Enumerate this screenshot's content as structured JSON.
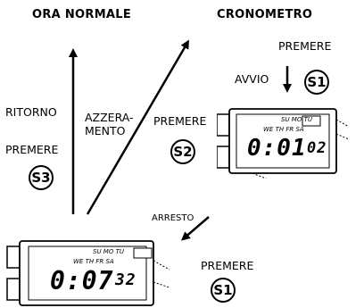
{
  "headers": {
    "left": "ORA NORMALE",
    "right": "CRONOMETRO"
  },
  "labels": {
    "ritorno": "RITORNO",
    "premere_s3": "PREMERE",
    "azzeramento_1": "AZZERA-",
    "azzeramento_2": "MENTO",
    "premere_s2": "PREMERE",
    "premere_s1_top": "PREMERE",
    "avvio": "AVVIO",
    "arresto": "ARRESTO",
    "premere_s1_bottom": "PREMERE"
  },
  "buttons": {
    "s1": "S1",
    "s2": "S2",
    "s3": "S3"
  },
  "watch_top": {
    "days_row1": "SU  MO  TU",
    "days_row2": "WE  TH  FR  SA",
    "time_main": "0:01",
    "time_small": "02"
  },
  "watch_bottom": {
    "days_row1": "SU  MO  TU",
    "days_row2": "WE  TH  FR  SA",
    "time_main": "0:07",
    "time_small": "32"
  }
}
